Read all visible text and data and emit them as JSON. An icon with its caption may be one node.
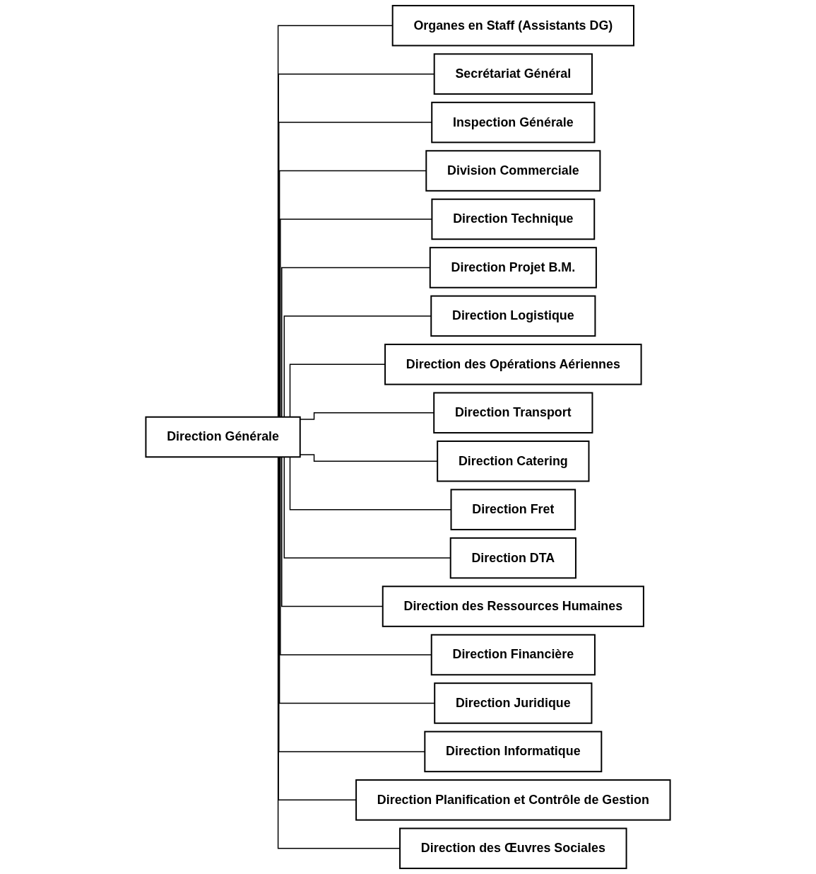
{
  "diagram": {
    "nodes": [
      {
        "text": [
          "Direction Générale"
        ]
      },
      {
        "text": [
          "Organes en Staff (Assistants DG)"
        ]
      },
      {
        "text": [
          "Secrétariat Général"
        ]
      },
      {
        "text": [
          "Inspection Générale"
        ]
      },
      {
        "text": [
          "Division Commerciale"
        ]
      },
      {
        "text": [
          "Direction Technique"
        ]
      },
      {
        "text": [
          "Direction Projet B.M."
        ]
      },
      {
        "text": [
          "Direction Logistique"
        ]
      },
      {
        "text": [
          "Direction des Opérations Aériennes"
        ]
      },
      {
        "text": [
          "Direction Transport"
        ]
      },
      {
        "text": [
          "Direction Catering"
        ]
      },
      {
        "text": [
          "Direction Fret"
        ]
      },
      {
        "text": [
          "Direction DTA"
        ]
      },
      {
        "text": [
          "Direction des Ressources Humaines"
        ]
      },
      {
        "text": [
          "Direction Financière"
        ]
      },
      {
        "text": [
          "Direction Juridique"
        ]
      },
      {
        "text": [
          "Direction Informatique"
        ]
      },
      {
        "text": [
          "Direction Planification et Contrôle de Gestion"
        ]
      },
      {
        "text": [
          "Direction des Œuvres Sociales"
        ]
      }
    ],
    "edges": [
      {
        "from": 0,
        "to": 1,
        "arrow": "none"
      },
      {
        "from": 0,
        "to": 2,
        "arrow": "none"
      },
      {
        "from": 0,
        "to": 3,
        "arrow": "none"
      },
      {
        "from": 0,
        "to": 4,
        "arrow": "none"
      },
      {
        "from": 0,
        "to": 5,
        "arrow": "none"
      },
      {
        "from": 0,
        "to": 6,
        "arrow": "none"
      },
      {
        "from": 0,
        "to": 7,
        "arrow": "none"
      },
      {
        "from": 0,
        "to": 8,
        "arrow": "none"
      },
      {
        "from": 0,
        "to": 9,
        "arrow": "none"
      },
      {
        "from": 0,
        "to": 10,
        "arrow": "none"
      },
      {
        "from": 0,
        "to": 11,
        "arrow": "none"
      },
      {
        "from": 0,
        "to": 12,
        "arrow": "none"
      },
      {
        "from": 0,
        "to": 13,
        "arrow": "none"
      },
      {
        "from": 0,
        "to": 14,
        "arrow": "none"
      },
      {
        "from": 0,
        "to": 15,
        "arrow": "none"
      },
      {
        "from": 0,
        "to": 16,
        "arrow": "none"
      },
      {
        "from": 0,
        "to": 17,
        "arrow": "none"
      },
      {
        "from": 0,
        "to": 18,
        "arrow": "none"
      }
    ]
  }
}
